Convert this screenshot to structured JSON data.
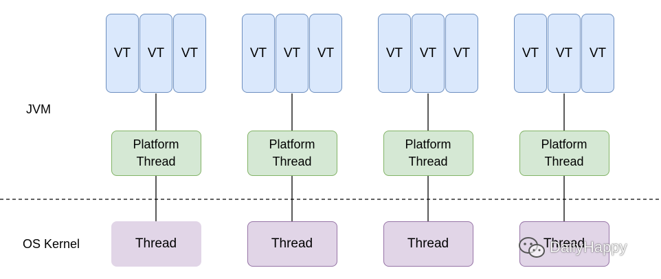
{
  "labels": {
    "jvm": "JVM",
    "os_kernel": "OS Kernel"
  },
  "columns": [
    {
      "virtual_threads": [
        "VT",
        "VT",
        "VT"
      ],
      "platform_thread": [
        "Platform",
        "Thread"
      ],
      "kernel_thread": "Thread"
    },
    {
      "virtual_threads": [
        "VT",
        "VT",
        "VT"
      ],
      "platform_thread": [
        "Platform",
        "Thread"
      ],
      "kernel_thread": "Thread"
    },
    {
      "virtual_threads": [
        "VT",
        "VT",
        "VT"
      ],
      "platform_thread": [
        "Platform",
        "Thread"
      ],
      "kernel_thread": "Thread"
    },
    {
      "virtual_threads": [
        "VT",
        "VT",
        "VT"
      ],
      "platform_thread": [
        "Platform",
        "Thread"
      ],
      "kernel_thread": "Thread"
    }
  ],
  "watermark": {
    "text": "DailyHappy",
    "icon": "wechat-icon"
  },
  "colors": {
    "vt_fill": "#dae8fc",
    "vt_stroke": "#6c8ebf",
    "platform_fill": "#d5e8d4",
    "platform_stroke": "#82b366",
    "kernel_fill": "#e1d5e7",
    "kernel_stroke": "#9673a6"
  }
}
